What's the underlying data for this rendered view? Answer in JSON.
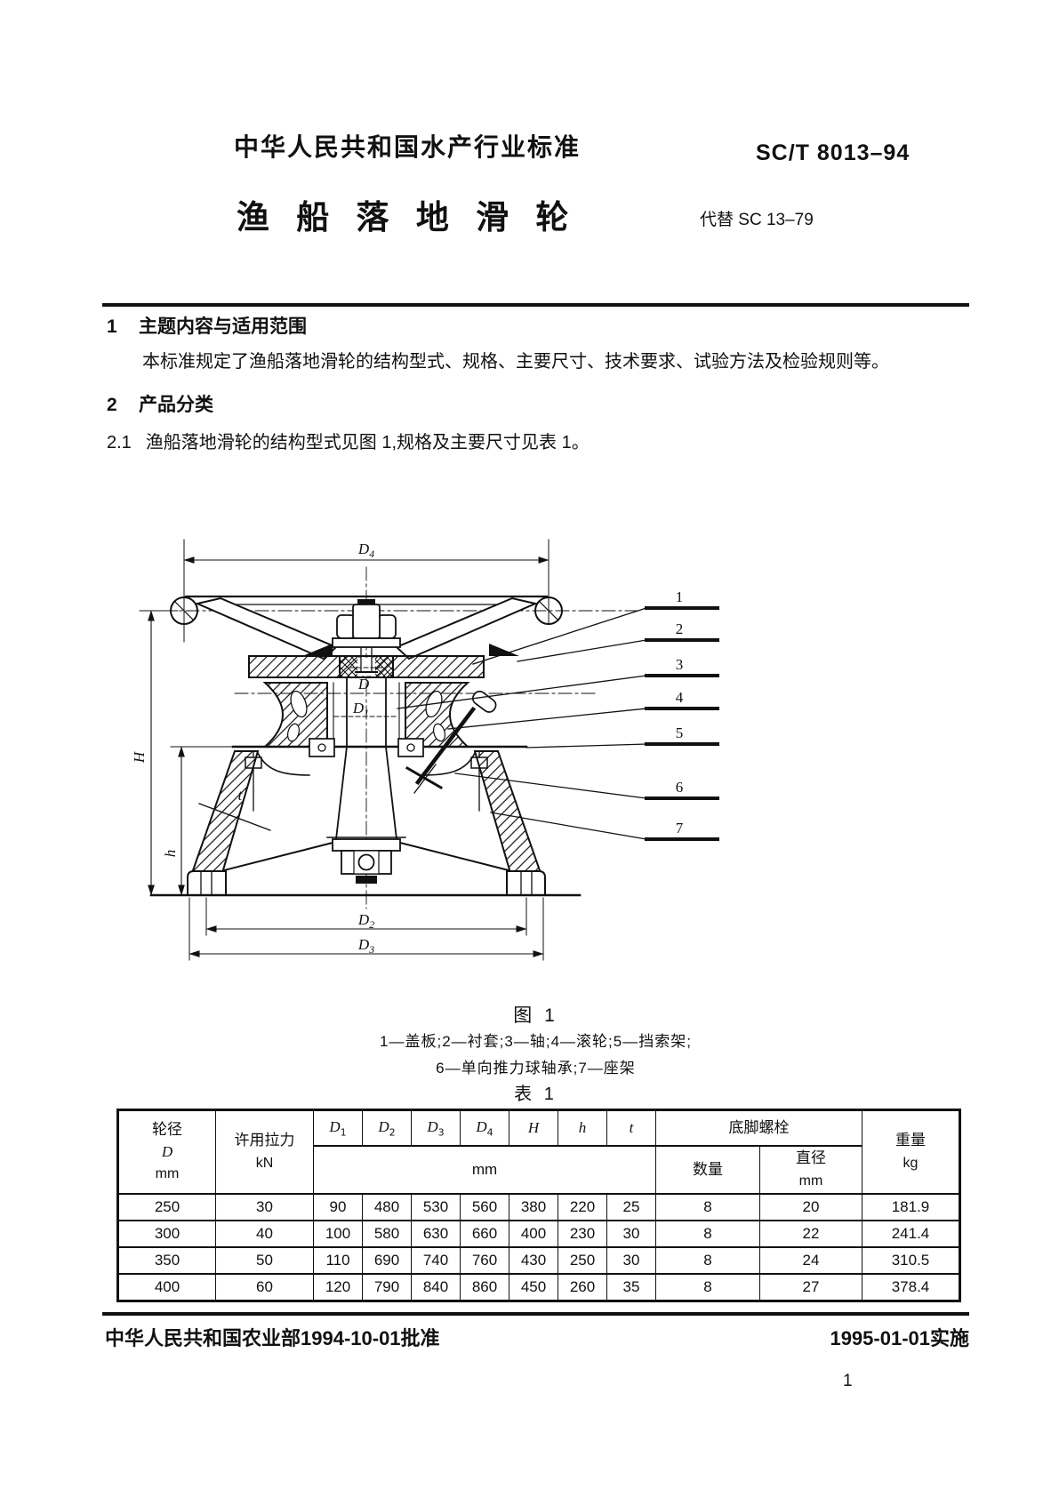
{
  "page": {
    "paper_color": "#ffffff",
    "ink_color": "#111111"
  },
  "header": {
    "standard_type": "中华人民共和国水产行业标准",
    "standard_code": "SC/T 8013–94",
    "title": "渔 船 落 地 滑 轮",
    "replaces": "代替 SC 13–79"
  },
  "sections": {
    "s1_no": "1",
    "s1_heading": "主题内容与适用范围",
    "s1_body": "本标准规定了渔船落地滑轮的结构型式、规格、主要尺寸、技术要求、试验方法及检验规则等。",
    "s2_no": "2",
    "s2_heading": "产品分类",
    "s21_no": "2.1",
    "s21_body": "渔船落地滑轮的结构型式见图 1,规格及主要尺寸见表 1。"
  },
  "figure": {
    "caption": "图 1",
    "legend_line1": "1—盖板;2—衬套;3—轴;4—滚轮;5—挡索架;",
    "legend_line2": "6—单向推力球轴承;7—座架",
    "callouts": [
      "1",
      "2",
      "3",
      "4",
      "5",
      "6",
      "7"
    ],
    "dims": {
      "D4": {
        "base": "D",
        "sub": "4"
      },
      "D": {
        "base": "D",
        "sub": ""
      },
      "D1": {
        "base": "D",
        "sub": "1"
      },
      "D2": {
        "base": "D",
        "sub": "2"
      },
      "D3": {
        "base": "D",
        "sub": "3"
      },
      "H": {
        "base": "H",
        "sub": ""
      },
      "h": {
        "base": "h",
        "sub": ""
      },
      "t": {
        "base": "t",
        "sub": ""
      }
    }
  },
  "table": {
    "caption": "表 1",
    "headers": {
      "col1_line1": "轮径",
      "col1_line2": "D",
      "col1_line3": "mm",
      "col2_line1": "许用拉力",
      "col2_line2": "kN",
      "dims": [
        {
          "base": "D",
          "sub": "1"
        },
        {
          "base": "D",
          "sub": "2"
        },
        {
          "base": "D",
          "sub": "3"
        },
        {
          "base": "D",
          "sub": "4"
        },
        {
          "base": "H",
          "sub": ""
        },
        {
          "base": "h",
          "sub": ""
        },
        {
          "base": "t",
          "sub": ""
        }
      ],
      "dims_unit": "mm",
      "anchor_group": "底脚螺栓",
      "anchor_count": "数量",
      "anchor_dia_line1": "直径",
      "anchor_dia_line2": "mm",
      "weight_line1": "重量",
      "weight_line2": "kg"
    },
    "rows": [
      [
        "250",
        "30",
        "90",
        "480",
        "530",
        "560",
        "380",
        "220",
        "25",
        "8",
        "20",
        "181.9"
      ],
      [
        "300",
        "40",
        "100",
        "580",
        "630",
        "660",
        "400",
        "230",
        "30",
        "8",
        "22",
        "241.4"
      ],
      [
        "350",
        "50",
        "110",
        "690",
        "740",
        "760",
        "430",
        "250",
        "30",
        "8",
        "24",
        "310.5"
      ],
      [
        "400",
        "60",
        "120",
        "790",
        "840",
        "860",
        "450",
        "260",
        "35",
        "8",
        "27",
        "378.4"
      ]
    ]
  },
  "footer": {
    "approval": "中华人民共和国农业部1994-10-01批准",
    "implementation": "1995-01-01实施",
    "page_number": "1"
  }
}
